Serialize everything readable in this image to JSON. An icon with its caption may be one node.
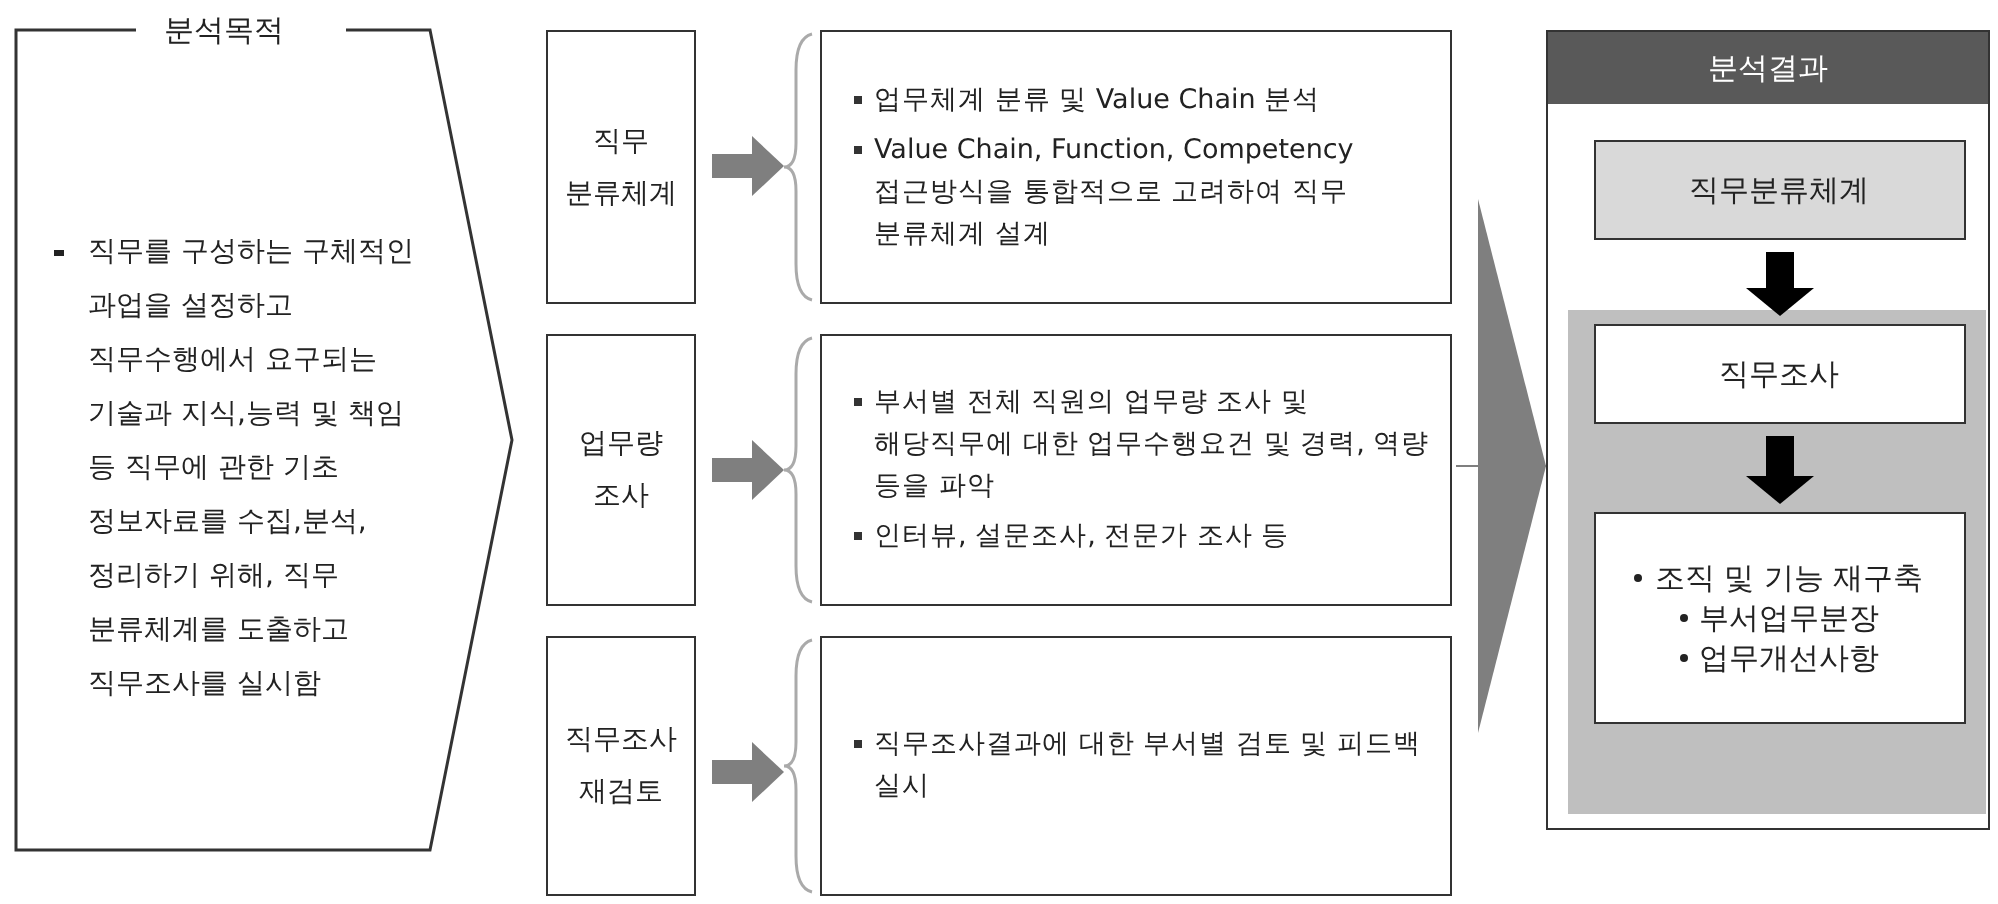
{
  "diagram": {
    "nodes": [
      {
        "text": [
          "분석목적",
          "직무를 구성하는 구체적인 과업을 설정하고 직무수행에서 요구되는 기술과 지식,능력 및 책임 등 직무에 관한 기초 정보자료를 수집,분석, 정리하기 위해, 직무 분류체계를 도출하고 직무조사를 실시함"
        ]
      },
      {
        "text": [
          "직무 분류체계"
        ]
      },
      {
        "text": [
          "업무량 조사"
        ]
      },
      {
        "text": [
          "직무조사 재검토"
        ]
      },
      {
        "text": [
          "업무체계 분류 및 Value Chain 분석",
          "Value Chain, Function, Competency 접근방식을 통합적으로 고려하여 직무 분류체계 설계"
        ]
      },
      {
        "text": [
          "부서별 전체 직원의 업무량 조사 및 해당직무에 대한 업무수행요건 및 경력, 역량 등을 파악",
          "인터뷰, 설문조사, 전문가 조사 등"
        ]
      },
      {
        "text": [
          "직무조사결과에 대한 부서별 검토 및 피드백 실시"
        ]
      },
      {
        "text": [
          "분석결과"
        ]
      },
      {
        "text": [
          "직무분류체계"
        ],
        "in": 7
      },
      {
        "text": [],
        "shape": "box",
        "in": 7
      },
      {
        "text": [
          "직무조사"
        ],
        "in": 9
      },
      {
        "text": [
          "조직 및 기능 재구축",
          "부서업무분장",
          "업무개선사항"
        ],
        "in": 9
      }
    ],
    "edges": [
      {
        "from": 1,
        "to": 4,
        "arrow": "to"
      },
      {
        "from": 2,
        "to": 5,
        "arrow": "to"
      },
      {
        "from": 3,
        "to": 6,
        "arrow": "to"
      },
      {
        "from": 5,
        "to": 7,
        "arrow": "to"
      },
      {
        "from": 8,
        "to": 10,
        "arrow": "to",
        "color": "#000000"
      },
      {
        "from": 10,
        "to": 11,
        "arrow": "to",
        "color": "#000000"
      }
    ]
  }
}
